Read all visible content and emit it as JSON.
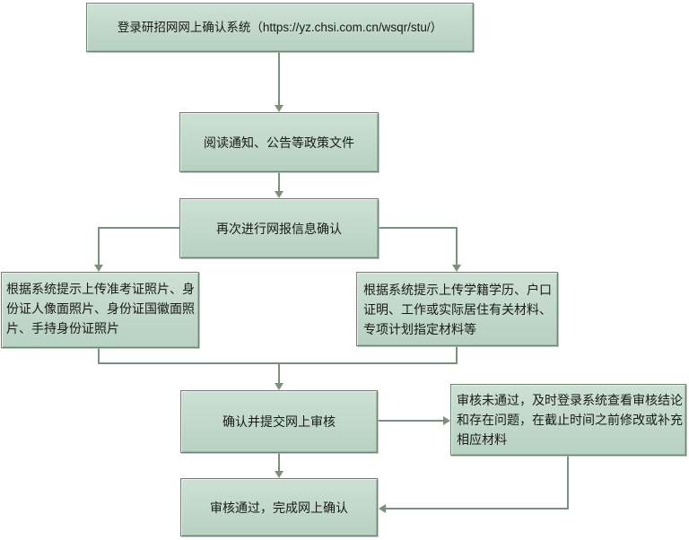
{
  "flowchart": {
    "background": "#ffffff",
    "colors": {
      "node_fill_top": "#cde0d4",
      "node_fill_bottom": "#b7d1c2",
      "node_border": "#6f8274",
      "node_highlight": "#e6efe9",
      "connector": "#7b907d",
      "text": "#1a1a1a"
    },
    "nodes": [
      {
        "id": "login",
        "text": "登录研招网网上确认系统（https://yz.chsi.com.cn/wsqr/stu/）"
      },
      {
        "id": "read-notices",
        "text": "阅读通知、公告等政策文件"
      },
      {
        "id": "reconfirm-info",
        "text": "再次进行网报信息确认"
      },
      {
        "id": "upload-photos",
        "text": "根据系统提示上传准考证照片、身份证人像面照片、身份证国徽面照片、手持身份证照片"
      },
      {
        "id": "upload-materials",
        "text": "根据系统提示上传学籍学历、户口证明、工作或实际居住有关材料、专项计划指定材料等"
      },
      {
        "id": "submit-review",
        "text": "确认并提交网上审核"
      },
      {
        "id": "review-failed",
        "text": "审核未通过，及时登录系统查看审核结论和存在问题，在截止时间之前修改或补充相应材料"
      },
      {
        "id": "review-passed",
        "text": "审核通过，完成网上确认"
      }
    ],
    "edges": [
      {
        "from": "login",
        "to": "read-notices"
      },
      {
        "from": "read-notices",
        "to": "reconfirm-info"
      },
      {
        "from": "reconfirm-info",
        "to": "upload-photos"
      },
      {
        "from": "reconfirm-info",
        "to": "upload-materials"
      },
      {
        "from": "upload-photos",
        "to": "submit-review"
      },
      {
        "from": "upload-materials",
        "to": "submit-review"
      },
      {
        "from": "submit-review",
        "to": "review-failed"
      },
      {
        "from": "submit-review",
        "to": "review-passed"
      },
      {
        "from": "review-failed",
        "to": "review-passed"
      }
    ]
  }
}
